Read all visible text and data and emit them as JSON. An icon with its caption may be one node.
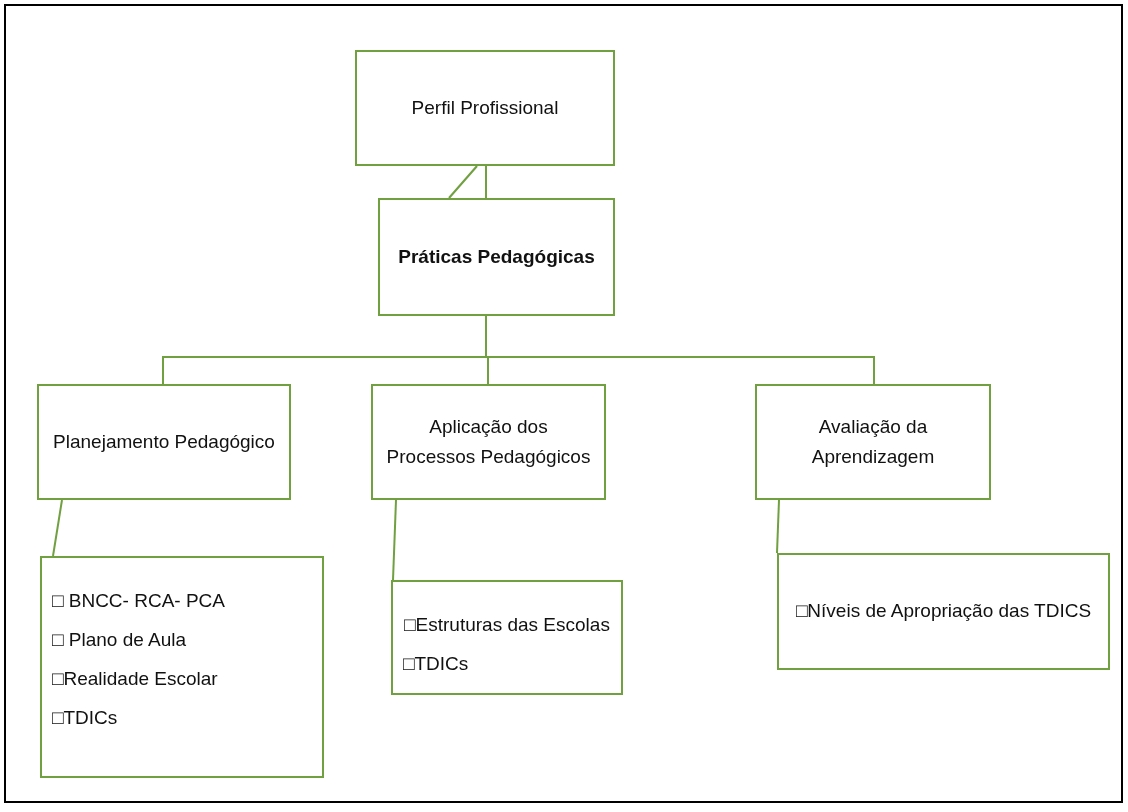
{
  "diagram": {
    "nodes": [
      {
        "text": [
          "Perfil Profissional"
        ]
      },
      {
        "text": [
          "Práticas Pedagógicas"
        ]
      },
      {
        "text": [
          "Planejamento Pedagógico"
        ]
      },
      {
        "text": [
          "Aplicação dos Processos Pedagógicos"
        ]
      },
      {
        "text": [
          "Avaliação da Aprendizagem"
        ]
      },
      {
        "text": [
          "□ BNCC- RCA- PCA",
          "□ Plano de Aula",
          "□Realidade Escolar",
          "□TDICs"
        ]
      },
      {
        "text": [
          "□Estruturas das Escolas",
          "□TDICs"
        ]
      },
      {
        "text": [
          "□Níveis de Apropriação das TDICS"
        ]
      }
    ],
    "edges": [
      {
        "from": 0,
        "to": 1,
        "arrow": "none"
      },
      {
        "from": 0,
        "to": 1,
        "arrow": "none"
      },
      {
        "from": 1,
        "to": 2,
        "arrow": "none"
      },
      {
        "from": 1,
        "to": 3,
        "arrow": "none"
      },
      {
        "from": 1,
        "to": 4,
        "arrow": "none"
      },
      {
        "from": 2,
        "to": 5,
        "arrow": "none"
      },
      {
        "from": 3,
        "to": 6,
        "arrow": "none"
      },
      {
        "from": 4,
        "to": 7,
        "arrow": "none"
      }
    ]
  }
}
